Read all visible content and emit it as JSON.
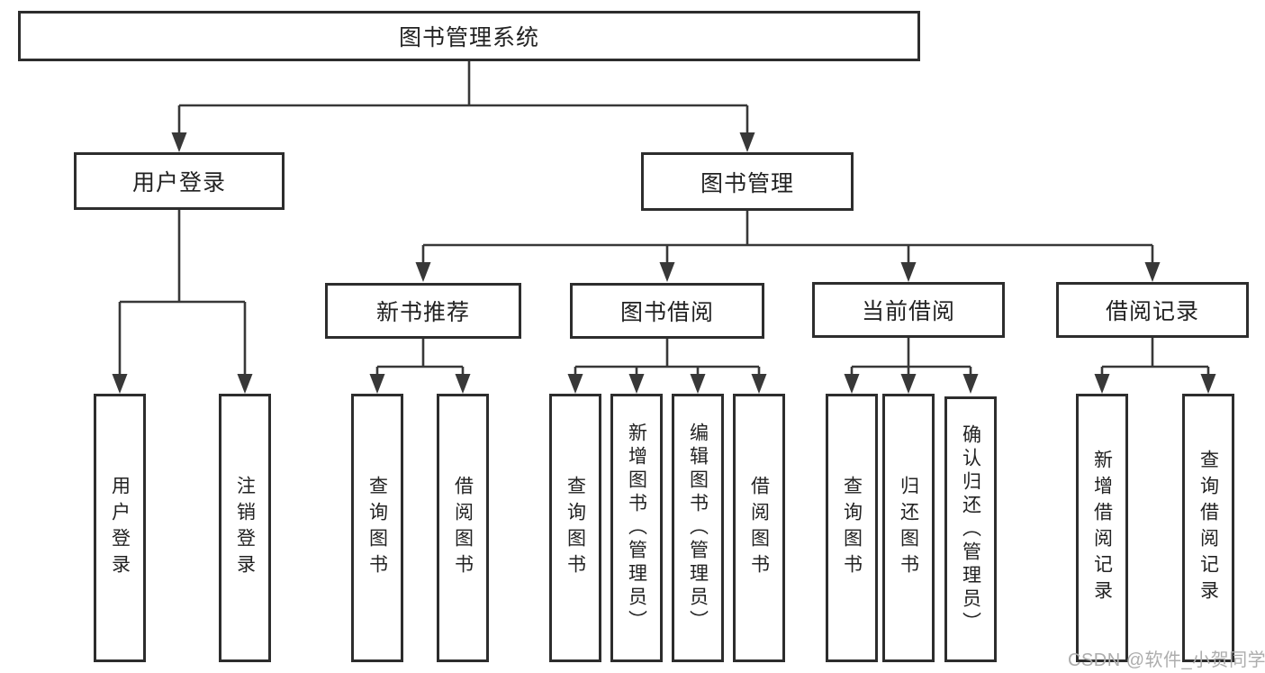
{
  "diagram_title": "图书管理系统",
  "tree": {
    "root": "图书管理系统",
    "branches": [
      {
        "label": "用户登录",
        "leaves": [
          "用户登录",
          "注销登录"
        ]
      },
      {
        "label": "图书管理",
        "groups": [
          {
            "label": "新书推荐",
            "leaves": [
              "查询图书",
              "借阅图书"
            ]
          },
          {
            "label": "图书借阅",
            "leaves": [
              "查询图书",
              "新增图书（管理员）",
              "编辑图书（管理员）",
              "借阅图书"
            ]
          },
          {
            "label": "当前借阅",
            "leaves": [
              "查询图书",
              "归还图书",
              "确认归还（管理员）"
            ]
          },
          {
            "label": "借阅记录",
            "leaves": [
              "新增借阅记录",
              "查询借阅记录"
            ]
          }
        ]
      }
    ]
  },
  "watermark": {
    "text": "CSDN @软件_小贺同学",
    "color": "#adadad"
  },
  "colors": {
    "background": "#ffffff",
    "line": "#383838",
    "box_border": "#2d2d2d",
    "box_fill": "#ffffff",
    "label_text": "#222222"
  }
}
